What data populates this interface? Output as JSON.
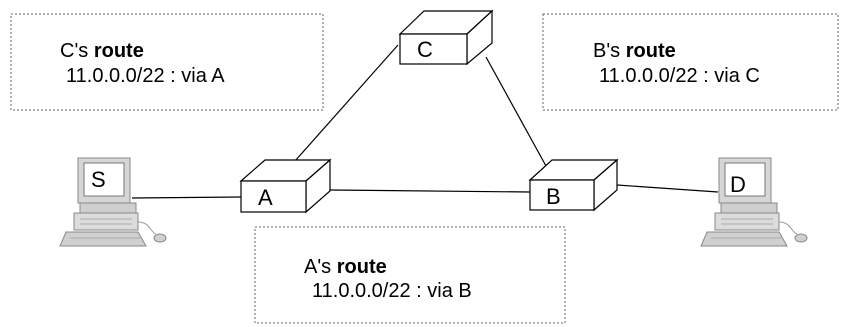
{
  "routers": {
    "a": {
      "label": "A"
    },
    "b": {
      "label": "B"
    },
    "c": {
      "label": "C"
    }
  },
  "hosts": {
    "s": {
      "label": "S"
    },
    "d": {
      "label": "D"
    }
  },
  "route_boxes": {
    "c": {
      "owner": "C's",
      "word": "route",
      "entry": "11.0.0.0/22 : via A"
    },
    "b": {
      "owner": "B's",
      "word": "route",
      "entry": "11.0.0.0/22 : via C"
    },
    "a": {
      "owner": "A's",
      "word": "route",
      "entry": "11.0.0.0/22 : via B"
    }
  }
}
